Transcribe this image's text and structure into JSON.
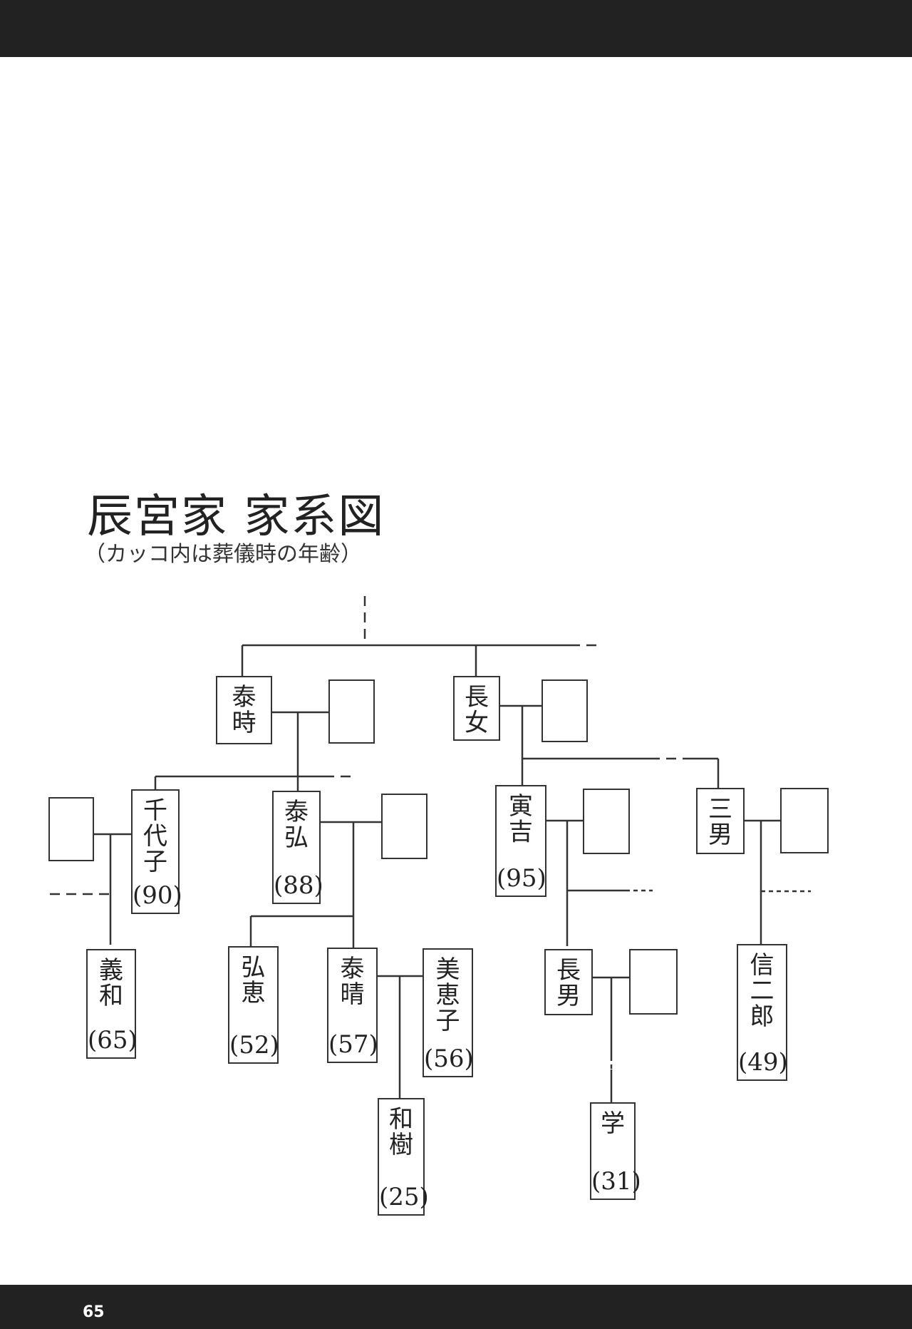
{
  "page": {
    "number": "65"
  },
  "title": "辰宮家 家系図",
  "subtitle": "（カッコ内は葬儀時の年齢）",
  "people": {
    "yasutoki": {
      "name": "泰時",
      "age": ""
    },
    "choujo": {
      "name": "長女",
      "age": ""
    },
    "chiyoko": {
      "name": "千代子",
      "age": "(90)"
    },
    "yasuhiro": {
      "name": "泰弘",
      "age": "(88)"
    },
    "torakichi": {
      "name": "寅吉",
      "age": "(95)"
    },
    "sannan": {
      "name": "三男",
      "age": ""
    },
    "yoshikazu": {
      "name": "義和",
      "age": "(65)"
    },
    "hiroe": {
      "name": "弘恵",
      "age": "(52)"
    },
    "yasuharu": {
      "name": "泰晴",
      "age": "(57)"
    },
    "mieko": {
      "name": "美恵子",
      "age": "(56)"
    },
    "chounan": {
      "name": "長男",
      "age": ""
    },
    "shinjirou": {
      "name": "信二郎",
      "age": "(49)"
    },
    "kazuki": {
      "name": "和樹",
      "age": "(25)"
    },
    "manabu": {
      "name": "学",
      "age": "(31)"
    }
  }
}
